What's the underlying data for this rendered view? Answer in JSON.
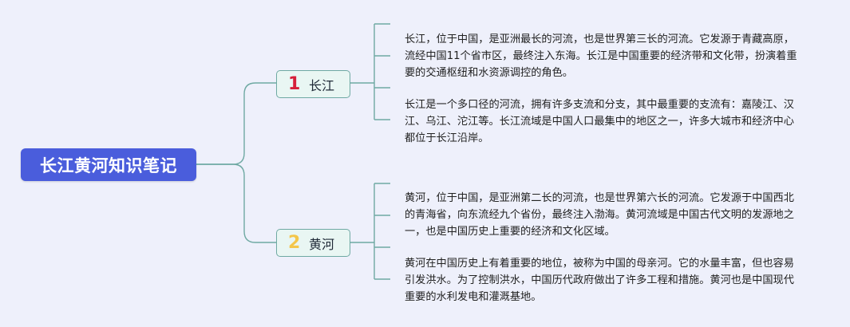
{
  "root": {
    "title": "长江黄河知识笔记",
    "bg": "#4a5ddc"
  },
  "branches": [
    {
      "number": "1",
      "number_color": "#d61f3a",
      "label": "长江",
      "notes": [
        "长江，位于中国，是亚洲最长的河流，也是世界第三长的河流。它发源于青藏高原，流经中国11个省市区，最终注入东海。长江是中国重要的经济带和文化带，扮演着重要的交通枢纽和水资源调控的角色。",
        "长江是一个多口径的河流，拥有许多支流和分支，其中最重要的支流有：嘉陵江、汉江、乌江、沱江等。长江流域是中国人口最集中的地区之一，许多大城市和经济中心都位于长江沿岸。"
      ]
    },
    {
      "number": "2",
      "number_color": "#f4c64a",
      "label": "黄河",
      "notes": [
        "黄河，位于中国，是亚洲第二长的河流，也是世界第六长的河流。它发源于中国西北的青海省，向东流经九个省份，最终注入渤海。黄河流域是中国古代文明的发源地之一，也是中国历史上重要的经济和文化区域。",
        "黄河在中国历史上有着重要的地位，被称为中国的母亲河。它的水量丰富，但也容易引发洪水。为了控制洪水，中国历代政府做出了许多工程和措施。黄河也是中国现代重要的水利发电和灌溉基地。"
      ]
    }
  ],
  "colors": {
    "line": "#6fa9a3",
    "background": "#eef0fb"
  }
}
